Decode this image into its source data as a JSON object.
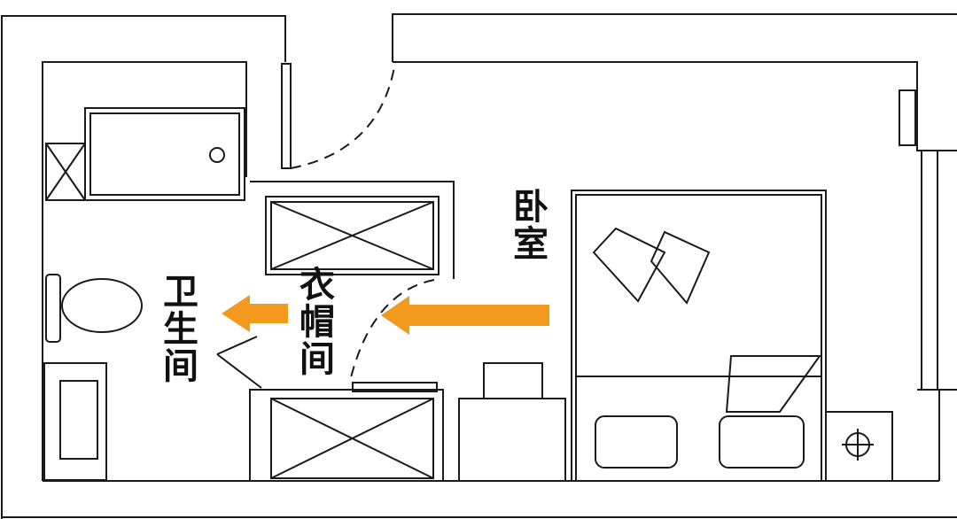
{
  "labels": {
    "bedroom": "卧室",
    "closet": "衣帽间",
    "bathroom": "卫生间"
  },
  "colors": {
    "arrow": "#f39a1e",
    "line": "#1a1a1a"
  }
}
